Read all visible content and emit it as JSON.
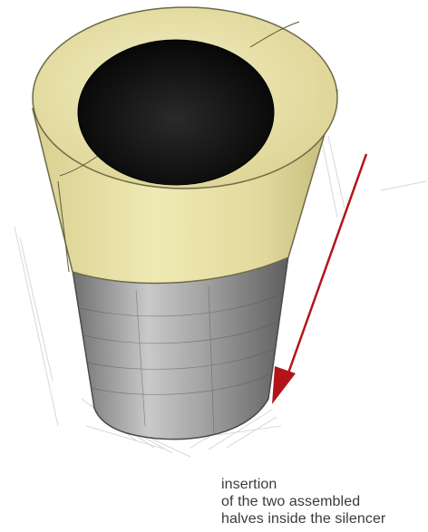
{
  "caption": {
    "lines": [
      "insertion",
      "of the two assembled",
      "halves inside the silencer"
    ]
  },
  "colors": {
    "insulation": "#e8e2a8",
    "insulation_shadow": "#c9c185",
    "bore": "#111111",
    "metal_shell": "#9a9a9a",
    "arrow": "#b3141b",
    "caption_text": "#3a3a3a"
  },
  "icons": {
    "arrow": "down-left-arrow-icon"
  }
}
